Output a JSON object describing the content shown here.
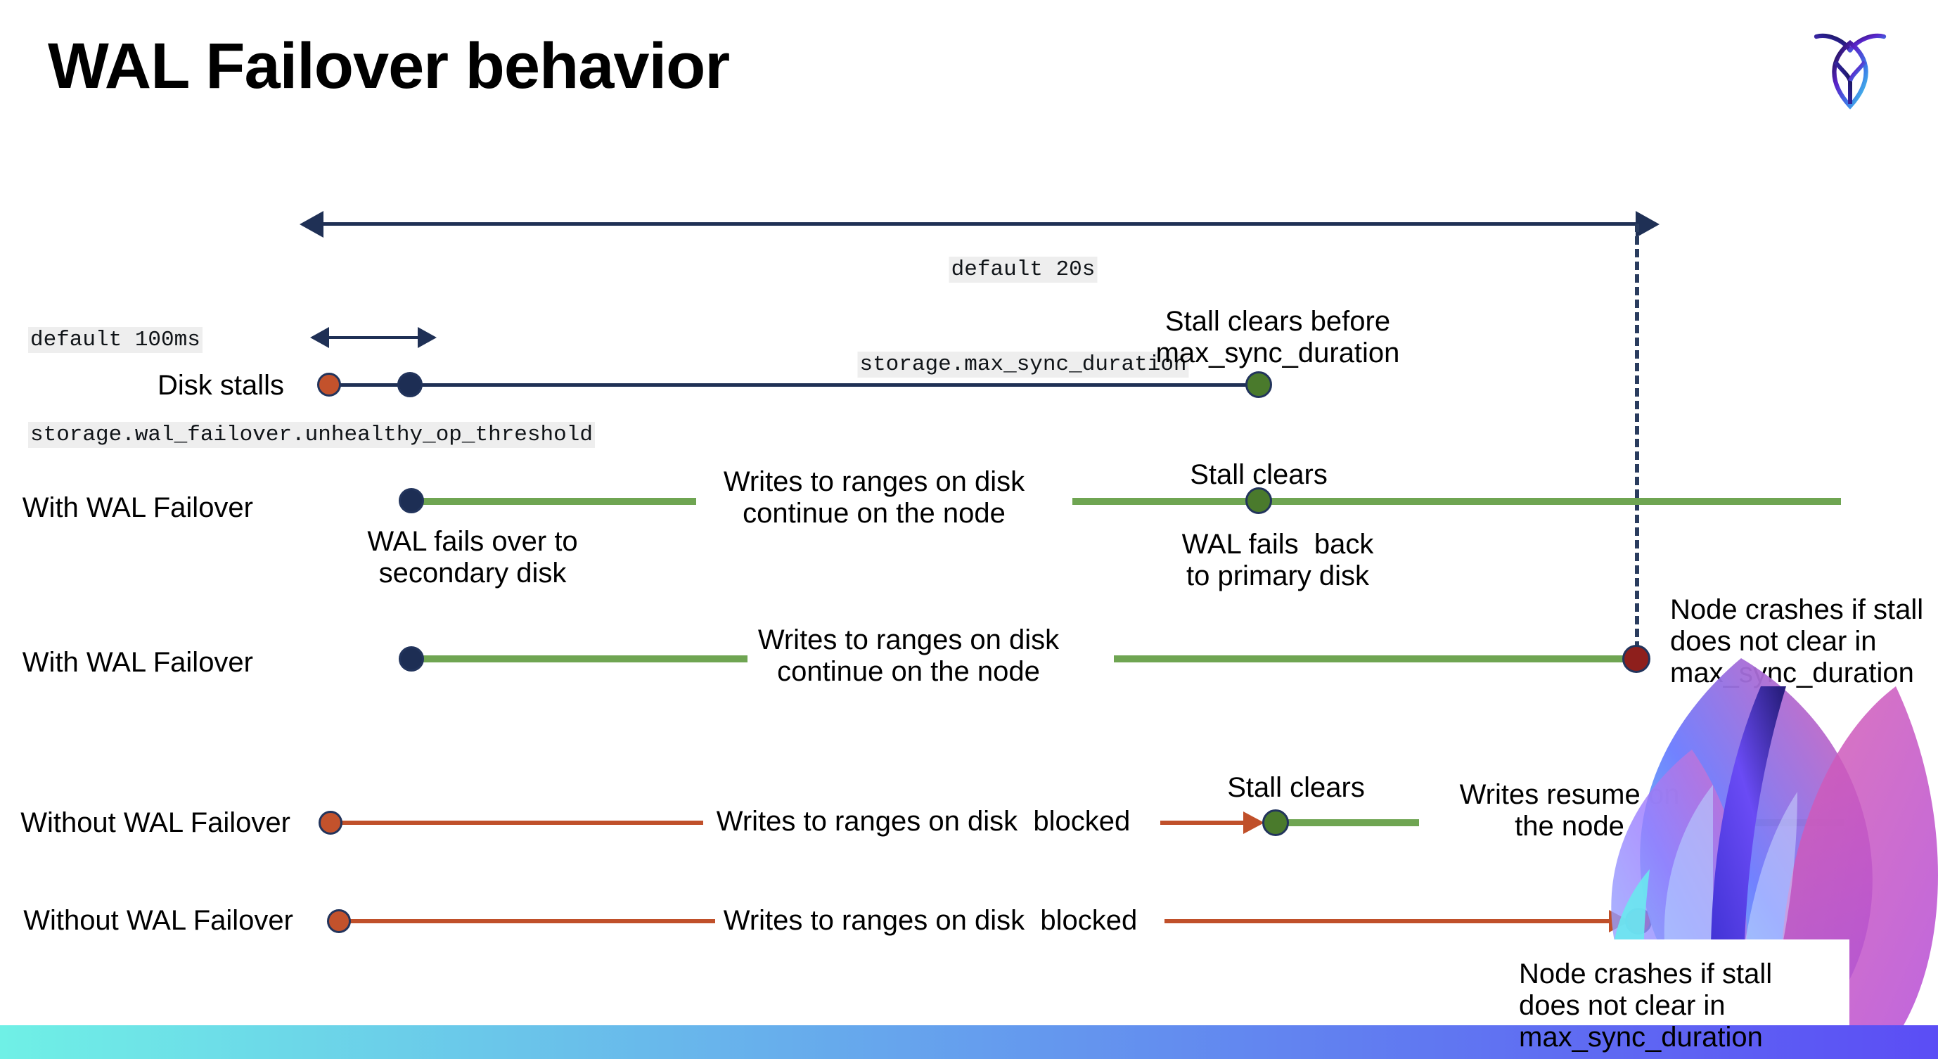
{
  "slide": {
    "title": "WAL Failover behavior",
    "logo_name": "cockroachdb-logo"
  },
  "annotations": {
    "max_sync": {
      "default": "default 20s",
      "setting": "storage.max_sync_duration"
    },
    "unhealthy_op": {
      "default": "default 100ms",
      "setting": "storage.wal_failover.unhealthy_op_threshold"
    }
  },
  "rows": [
    {
      "label": "Disk stalls",
      "notes": {
        "stall_clears_before": "Stall clears before\nmax_sync_duration"
      }
    },
    {
      "label": "With WAL Failover",
      "notes": {
        "writes_continue": "Writes to ranges on disk\ncontinue on the node",
        "stall_clears": "Stall clears",
        "wal_fails_over": "WAL fails over to\nsecondary disk",
        "wal_fails_back": "WAL fails  back\nto primary disk"
      }
    },
    {
      "label": "With WAL Failover",
      "notes": {
        "writes_continue": "Writes to ranges on disk\ncontinue on the node",
        "node_crashes": "Node crashes if stall\ndoes not clear in\nmax_sync_duration"
      }
    },
    {
      "label": "Without WAL Failover",
      "notes": {
        "writes_blocked": "Writes to ranges on disk  blocked",
        "stall_clears": "Stall clears",
        "writes_resume": "Writes resume on\nthe node"
      }
    },
    {
      "label": "Without WAL Failover",
      "notes": {
        "writes_blocked": "Writes to ranges on disk  blocked",
        "node_crashes": "Node crashes if stall\ndoes not clear in\nmax_sync_duration"
      }
    }
  ],
  "colors": {
    "navy": "#1f3055",
    "green_line": "#6fa552",
    "orange_line": "#c0502a",
    "dot_navy": "#1d2e54",
    "dot_orange": "#c3522c",
    "dot_green": "#4a7a2c",
    "dot_darkred": "#8e1f1c",
    "code_chip_bg": "#eeeeee",
    "band_start": "#6ff0e6",
    "band_end": "#5b4df5"
  }
}
